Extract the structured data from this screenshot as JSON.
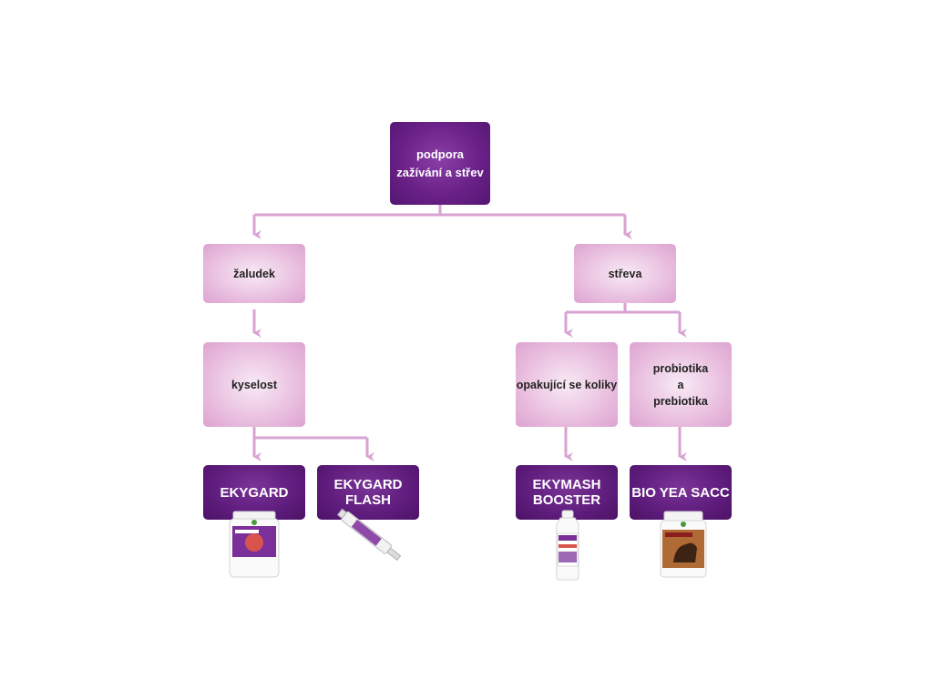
{
  "root": {
    "line1": "podpora",
    "line2": "zažívání a střev"
  },
  "categories": {
    "stomach": "žaludek",
    "intestines": "střeva"
  },
  "conditions": {
    "acidity": "kyselost",
    "colic": "opakující se koliky",
    "probiotics": {
      "line1": "probiotika",
      "line2": "a",
      "line3": "prebiotika"
    }
  },
  "products": {
    "ekygard": "EKYGARD",
    "ekygard_flash": {
      "line1": "EKYGARD",
      "line2": "FLASH"
    },
    "ekymash_booster": {
      "line1": "EKYMASH",
      "line2": "BOOSTER"
    },
    "bio_yea_sacc": "BIO YEA SACC"
  },
  "colors": {
    "connector": "#d8a2d2",
    "root_fill": "#6a2188",
    "light_fill": "#e9bfdf",
    "product_fill": "#5e1c7c"
  },
  "icons": [
    "ekygard-tub-image",
    "ekygard-flash-syringe-image",
    "ekymash-booster-bottle-image",
    "bio-yea-sacc-tub-image"
  ]
}
